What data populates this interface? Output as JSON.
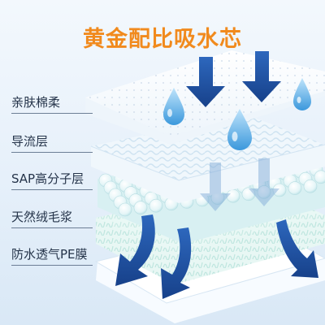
{
  "title": "黄金配比吸水芯",
  "layers": [
    {
      "label": "亲肤棉柔"
    },
    {
      "label": "导流层"
    },
    {
      "label": "SAP高分子层"
    },
    {
      "label": "天然绒毛浆"
    },
    {
      "label": "防水透气PE膜"
    }
  ],
  "colors": {
    "title": "#f18a1d",
    "arrow": "#1f4f9c",
    "droplet": "#5fb0e8",
    "label": "#25344a"
  }
}
